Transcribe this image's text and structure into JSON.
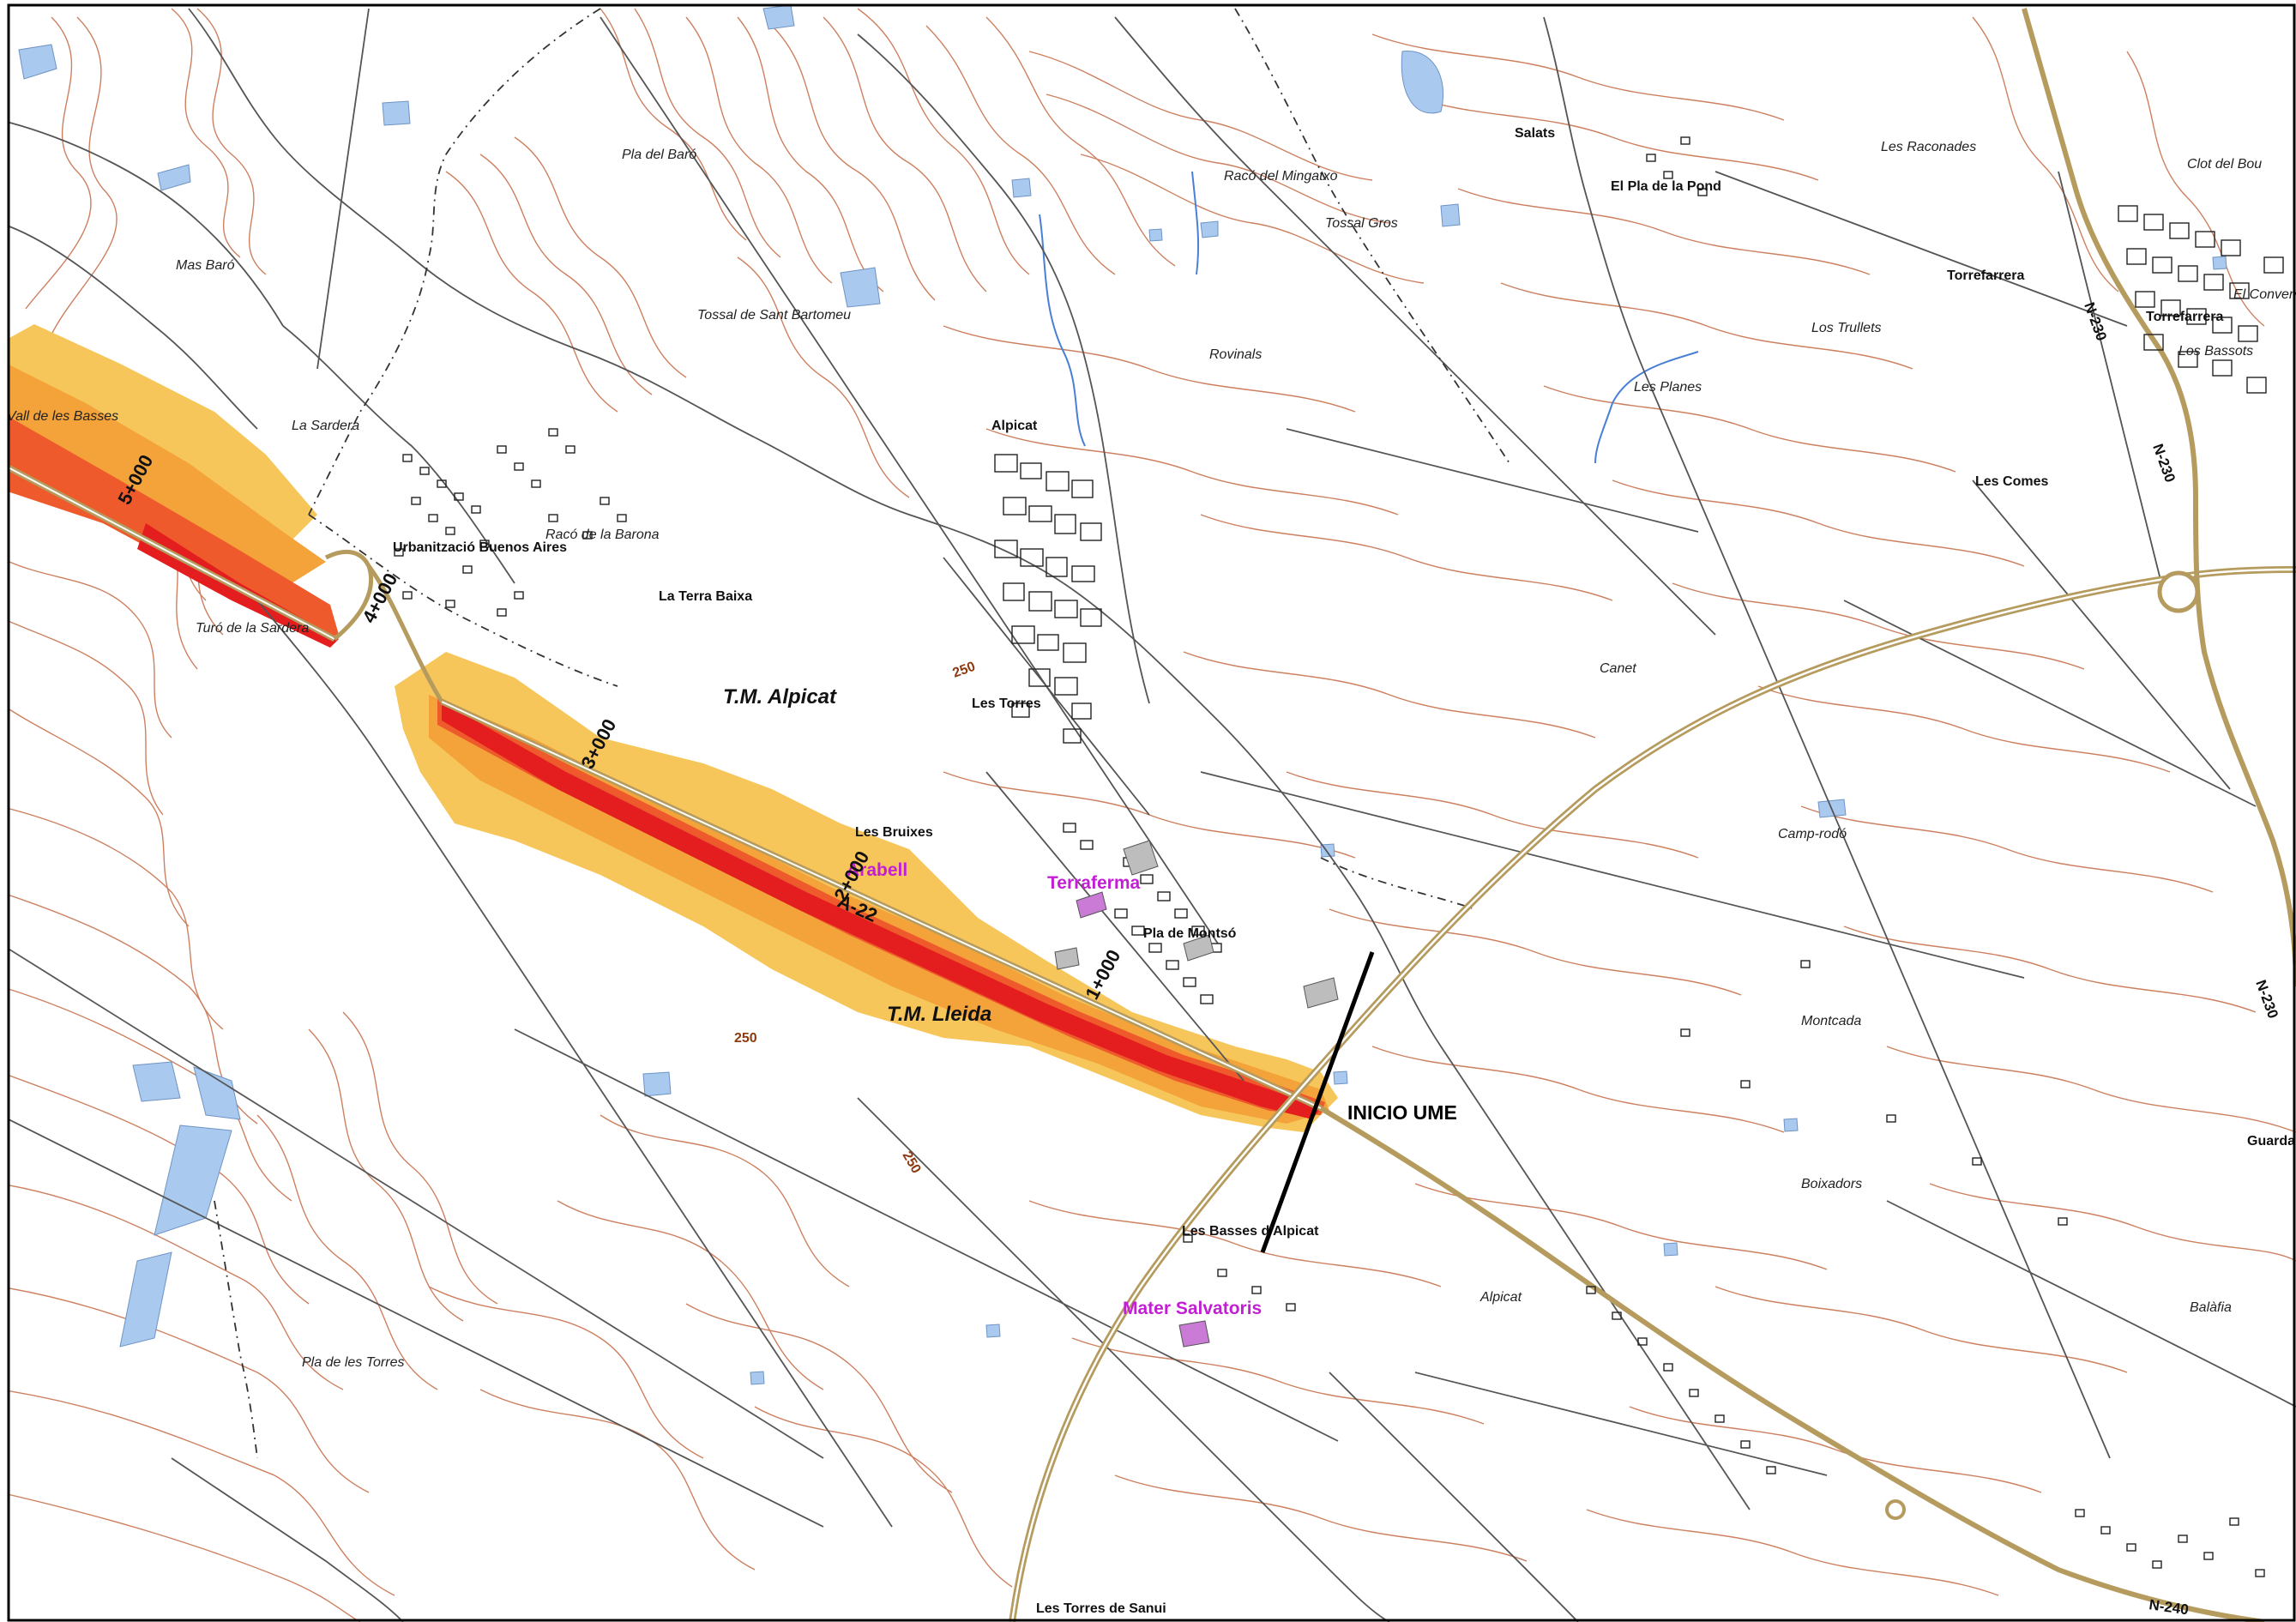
{
  "map": {
    "colors": {
      "background": "#ffffff",
      "contour": "#c8734f",
      "road_minor": "#555555",
      "road_major": "#b59b5e",
      "water": "#a9c9ef",
      "stream": "#4a7fd6",
      "noise_band_1": "#f7c65a",
      "noise_band_2": "#f3a33a",
      "noise_band_3": "#ee5a2b",
      "noise_band_4": "#e41e1e",
      "marker_line": "#000000",
      "label_magenta": "#c21fd4"
    },
    "place_names": [
      "Vall de les Basses",
      "Mas Baró",
      "Pla del Baró",
      "La Sardera",
      "Turó de la Sardera",
      "Urbanització Buenos Aires",
      "Racó de la Barona",
      "La Terra Baixa",
      "Tossal de Sant Bartomeu",
      "Racó del Mingatxo",
      "Tossal Gros",
      "Rovinals",
      "Alpicat",
      "Les Torres",
      "Les Bruixes",
      "Pla de Montsó",
      "Salats",
      "El Pla de la Pond",
      "Les Raconades",
      "Clot del Bou",
      "Torrefarrera",
      "Torrefarrera",
      "El Convent",
      "Los Trullets",
      "Los Bassots",
      "Les Planes",
      "Les Comes",
      "Canet",
      "Camp-rodó",
      "Montcada",
      "Boixadors",
      "Alpicat",
      "Balàfia",
      "Guarda",
      "Les Basses d'Alpicat",
      "Les Torres de Sanui",
      "Pla de les Torres"
    ],
    "municipality_labels": [
      "T.M. Alpicat",
      "T.M. Lleida"
    ],
    "facility_labels": [
      "Arabell",
      "Terraferma",
      "Mater Salvatoris"
    ],
    "road_labels": [
      "A-22",
      "N-230",
      "N-230",
      "N-230",
      "N-240"
    ],
    "chainage_labels": [
      "5+000",
      "4+000",
      "3+000",
      "2+000",
      "1+000"
    ],
    "elevation_labels": [
      "250",
      "250",
      "250"
    ],
    "start_label": "INICIO UME"
  }
}
